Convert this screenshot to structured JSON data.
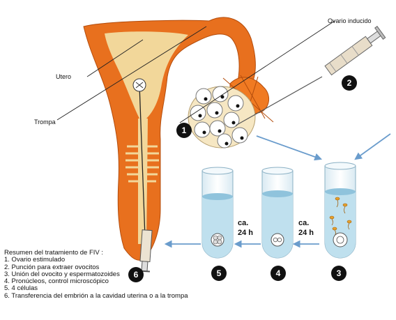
{
  "labels": {
    "ovario_inducido": "Ovario inducido",
    "utero": "Utero",
    "trompa": "Trompa",
    "ca1": "ca.",
    "h1": "24 h",
    "ca2": "ca.",
    "h2": "24 h"
  },
  "steps": {
    "s1": "1",
    "s2": "2",
    "s3": "3",
    "s4": "4",
    "s5": "5",
    "s6": "6"
  },
  "summary": {
    "title": "Resumen del tratamiento de FIV :",
    "items": [
      "1. Ovario estimulado",
      "2. Punción para extraer ovocitos",
      "3. Unión del ovocito y espermatozoides",
      "4. Pronúcleos, control microscópico",
      "5. 4 células",
      "6. Transferencia del embrión a la cavidad uterina o a la trompa"
    ]
  },
  "colors": {
    "uterus": "#e8701e",
    "uterus_inner": "#f2d79a",
    "liquid": "#bfe0ee",
    "arrow": "#6a9ccc",
    "badge": "#111111"
  }
}
